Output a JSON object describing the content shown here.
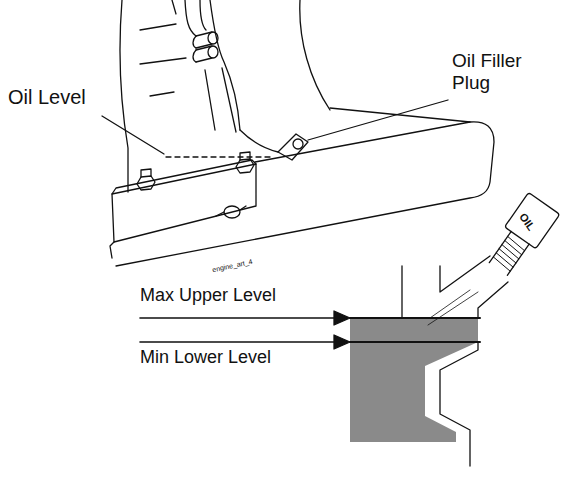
{
  "diagram": {
    "labels": [
      "Oil Level",
      "Oil Filler Plug",
      "engine_art_4",
      "Max Upper Level",
      "Min Lower Level",
      "OIL"
    ]
  }
}
